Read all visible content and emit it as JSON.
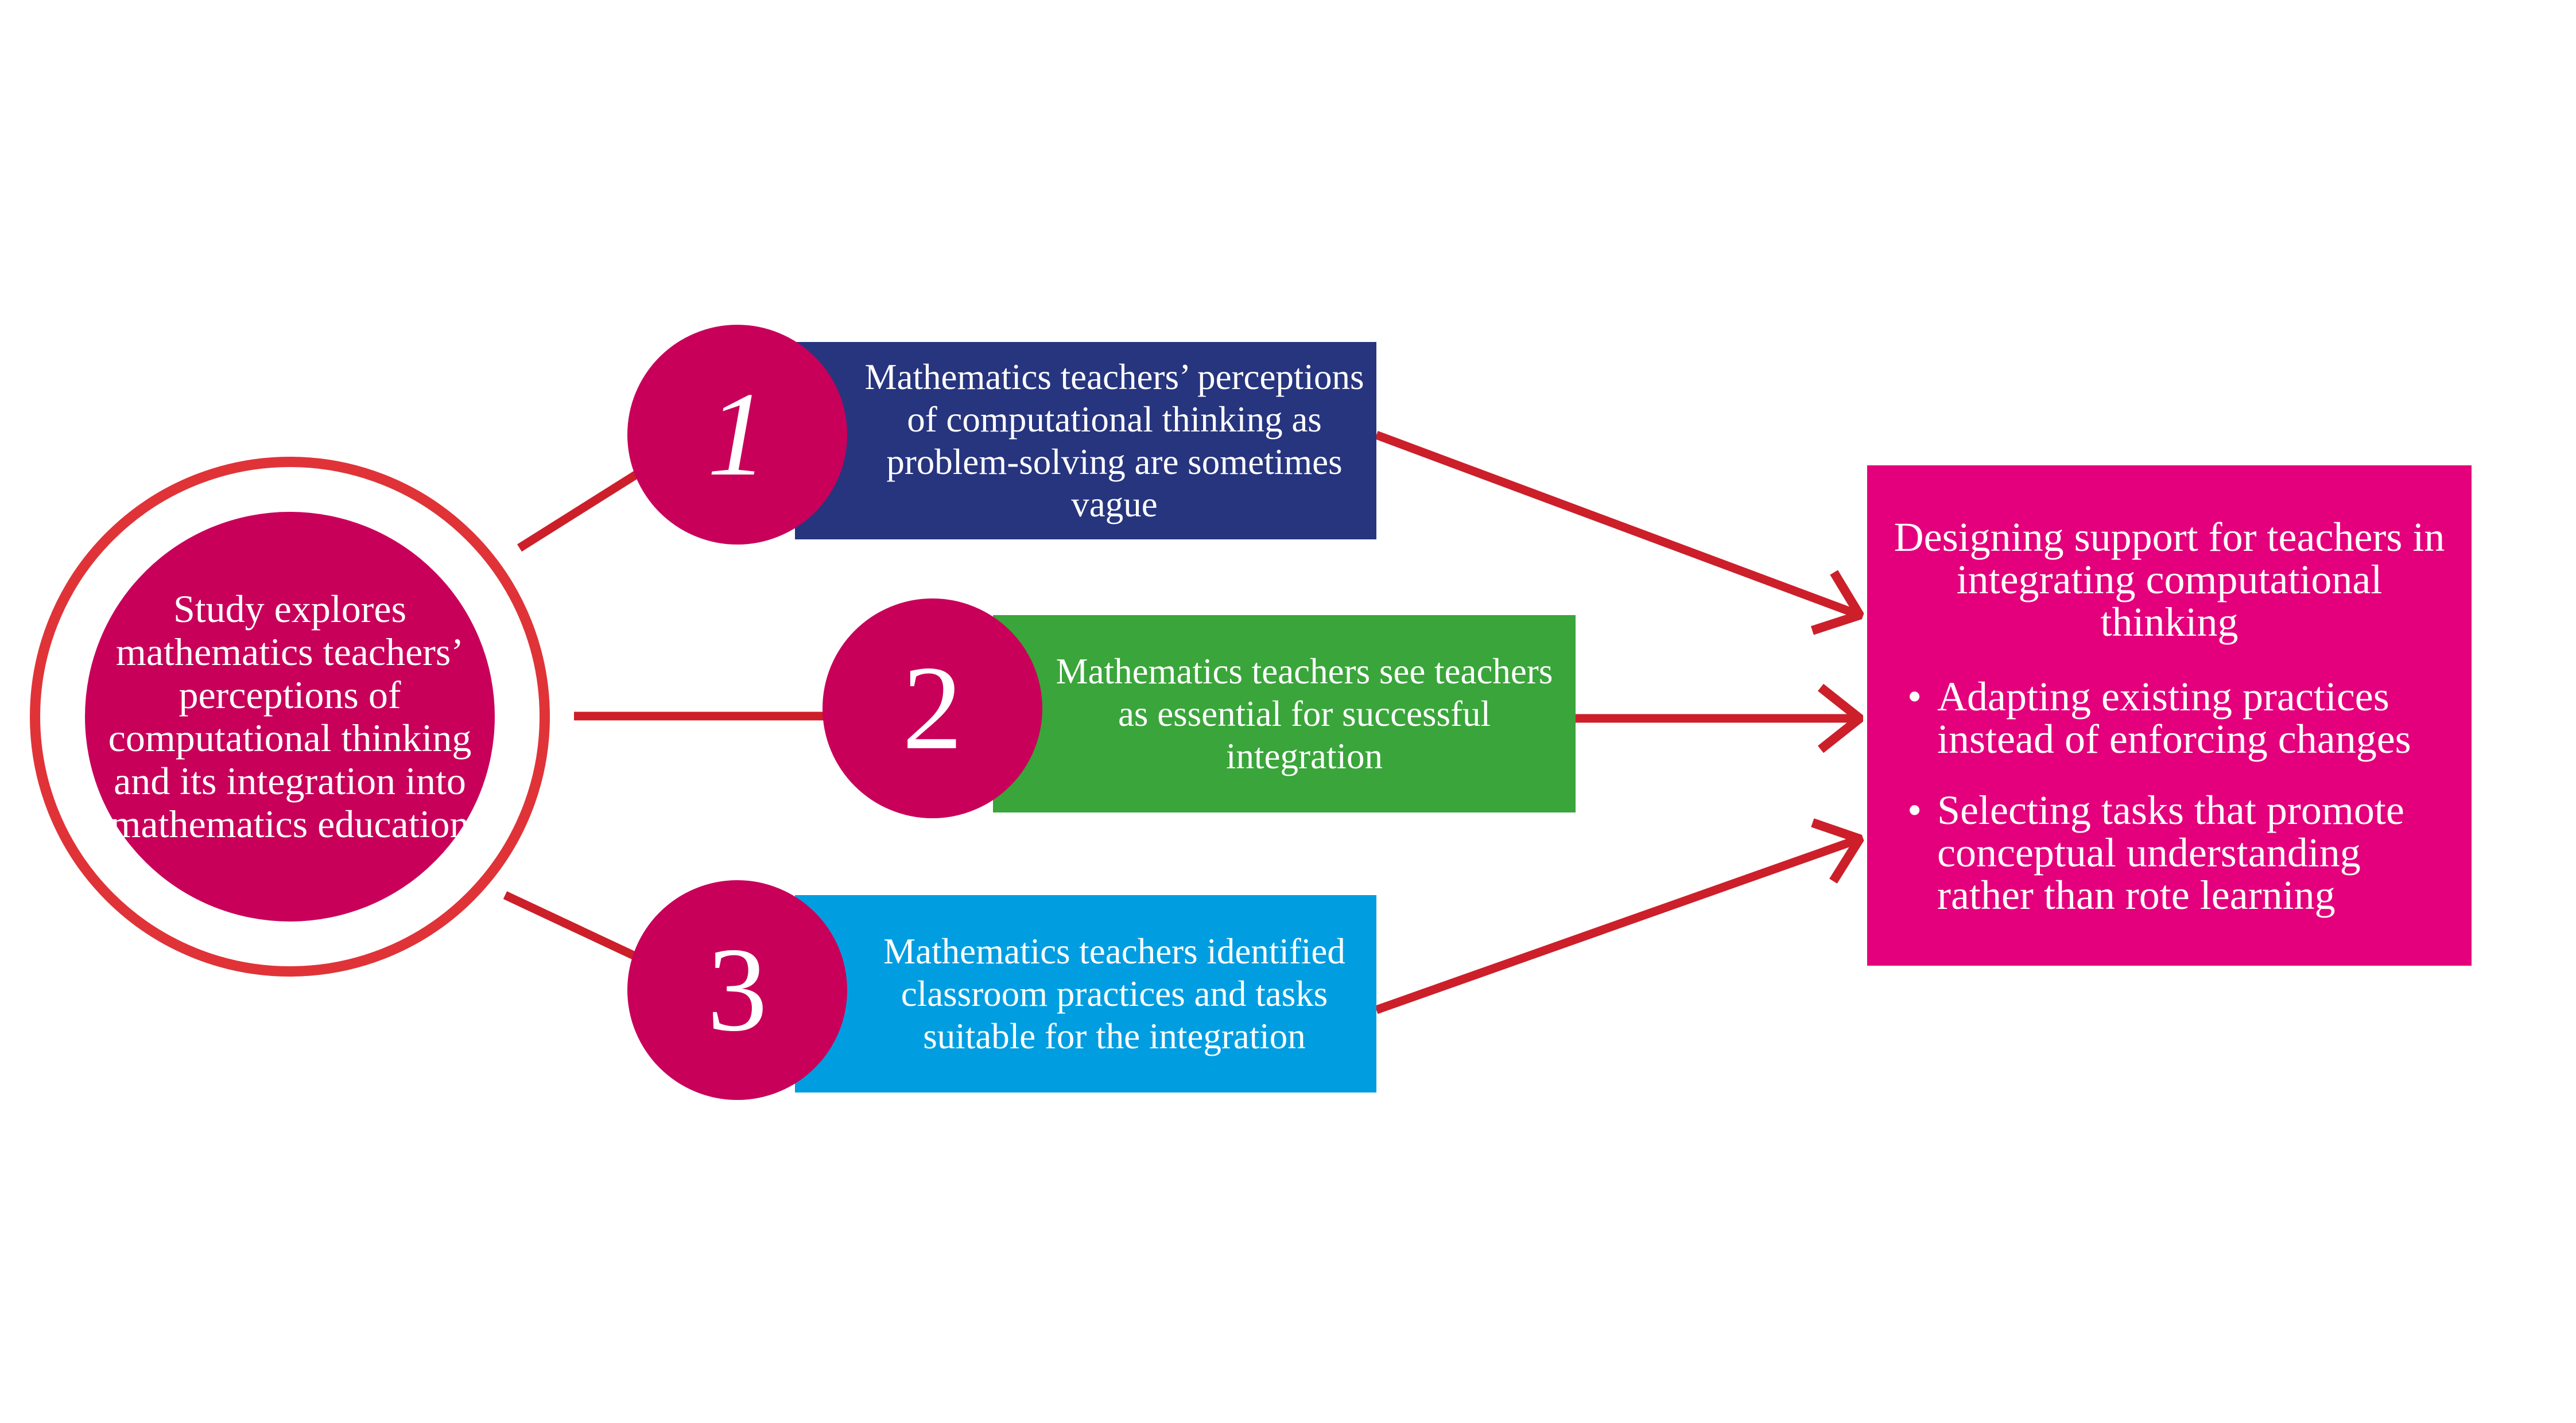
{
  "colors": {
    "connector": "#cc1f2a",
    "ring": "#e03338",
    "circle_fill": "#c8005a",
    "box_1": "#27357f",
    "box_2": "#3aa53a",
    "box_3": "#009ee1",
    "implications_fill": "#e4007c",
    "text": "#ffffff"
  },
  "study": {
    "text": "Study explores mathematics teachers’ perceptions of computational thinking and its integration into mathematics education"
  },
  "findings": [
    {
      "number": "1",
      "text": "Mathematics teachers’ perceptions of computational thinking as problem-solving are sometimes vague"
    },
    {
      "number": "2",
      "text": "Mathematics teachers see teachers as essential for successful integration"
    },
    {
      "number": "3",
      "text": "Mathematics teachers identified classroom practices and tasks suitable for the integration"
    }
  ],
  "implications": {
    "title": "Designing support for teachers in integrating computational thinking",
    "bullet_glyph": "•",
    "items": [
      "Adapting existing practices instead of enforcing changes",
      "Selecting tasks that promote conceptual understanding rather than rote learning"
    ]
  }
}
